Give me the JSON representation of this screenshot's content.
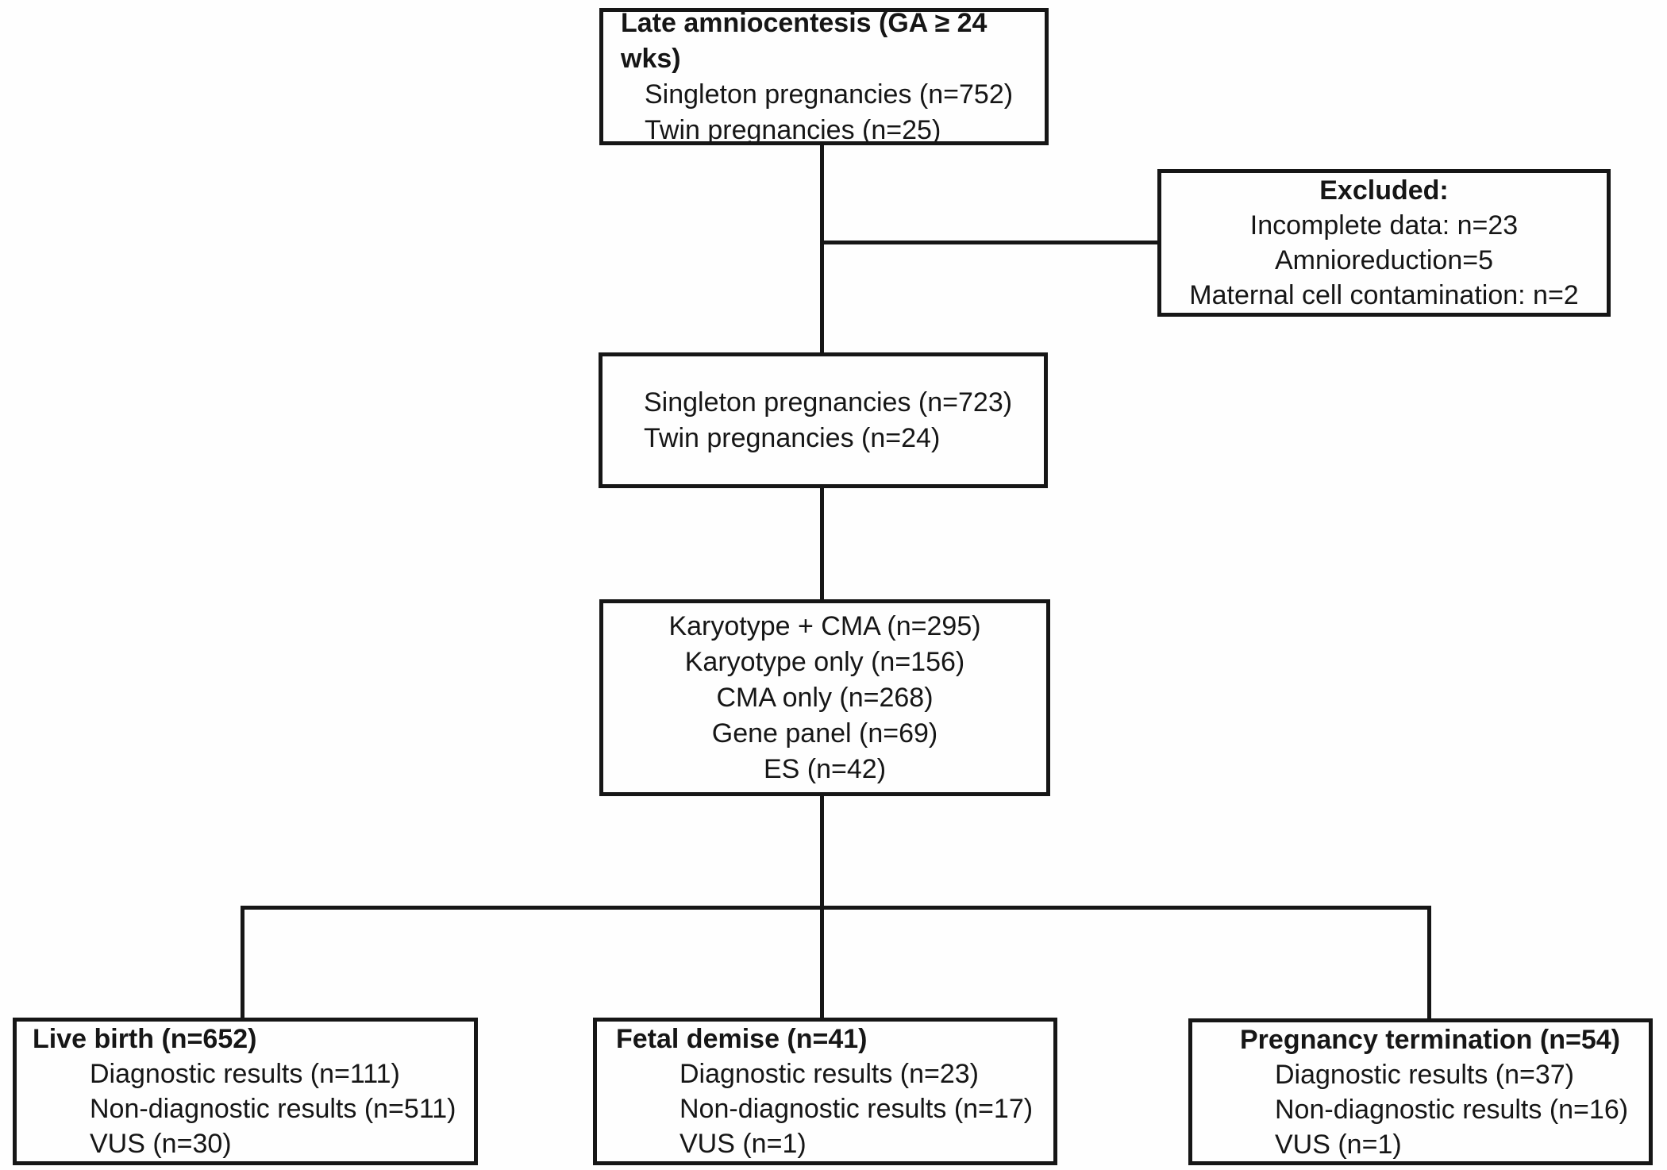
{
  "diagram": {
    "colors": {
      "line": "#161616",
      "background": "#fefefe",
      "text": "#161616"
    },
    "boxes": {
      "late_amniocentesis": {
        "title": "Late amniocentesis (GA ≥ 24 wks)",
        "lines": [
          "Singleton pregnancies (n=752)",
          "Twin pregnancies (n=25)"
        ]
      },
      "excluded": {
        "title": "Excluded:",
        "lines": [
          "Incomplete data: n=23",
          "Amnioreduction=5",
          "Maternal cell contamination: n=2"
        ]
      },
      "included": {
        "lines": [
          "Singleton pregnancies (n=723)",
          "Twin pregnancies (n=24)"
        ]
      },
      "genetic_testing": {
        "lines": [
          "Karyotype + CMA (n=295)",
          "Karyotype only (n=156)",
          "CMA only (n=268)",
          "Gene panel (n=69)",
          "ES (n=42)"
        ]
      },
      "live_birth": {
        "title": "Live birth (n=652)",
        "lines": [
          "Diagnostic results (n=111)",
          "Non-diagnostic results (n=511)",
          "VUS (n=30)"
        ]
      },
      "fetal_demise": {
        "title": "Fetal demise (n=41)",
        "lines": [
          "Diagnostic results (n=23)",
          "Non-diagnostic results (n=17)",
          "VUS (n=1)"
        ]
      },
      "pregnancy_termination": {
        "title": "Pregnancy termination (n=54)",
        "lines": [
          "Diagnostic results (n=37)",
          "Non-diagnostic results (n=16)",
          "VUS (n=1)"
        ]
      }
    }
  }
}
